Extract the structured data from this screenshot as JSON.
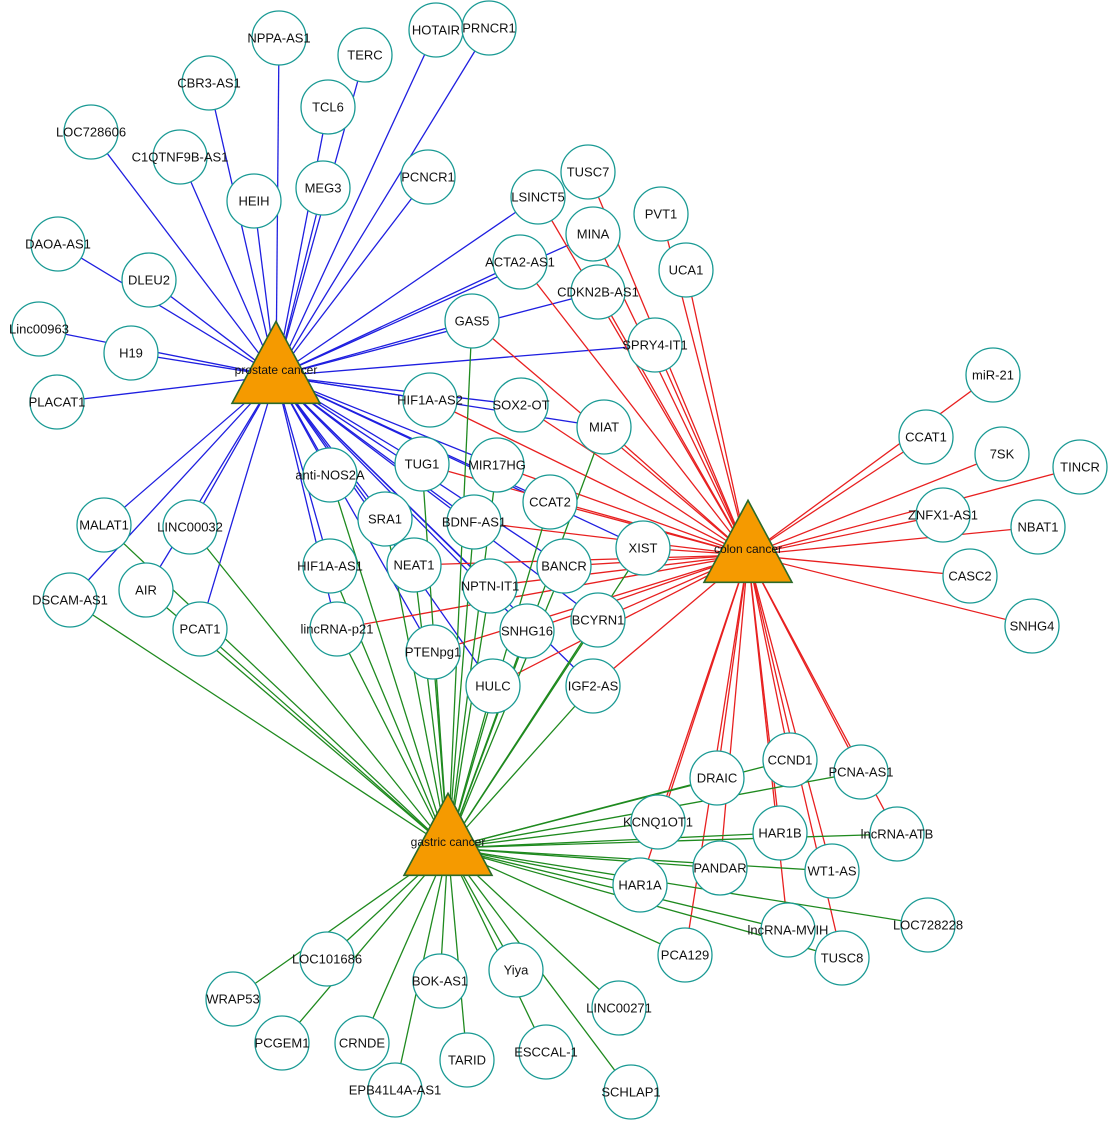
{
  "diagram": {
    "colors": {
      "prostate cancer": "#1f1fe0",
      "colon cancer": "#e82020",
      "gastric cancer": "#1f8a1f",
      "node_stroke": "#1a9a94",
      "hub_fill": "#f59a00"
    },
    "hubs": [
      {
        "id": "prostate cancer",
        "label": "prostate cancer"
      },
      {
        "id": "colon cancer",
        "label": "colon cancer"
      },
      {
        "id": "gastric cancer",
        "label": "gastric cancer"
      }
    ],
    "nodes": [
      {
        "id": "NPPA-AS1",
        "label": "NPPA-AS1"
      },
      {
        "id": "TERC",
        "label": "TERC"
      },
      {
        "id": "HOTAIR",
        "label": "HOTAIR"
      },
      {
        "id": "PRNCR1",
        "label": "PRNCR1"
      },
      {
        "id": "CBR3-AS1",
        "label": "CBR3-AS1"
      },
      {
        "id": "TCL6",
        "label": "TCL6"
      },
      {
        "id": "LOC728606",
        "label": "LOC728606"
      },
      {
        "id": "C1QTNF9B-AS1",
        "label": "C1QTNF9B-AS1"
      },
      {
        "id": "HEIH",
        "label": "HEIH"
      },
      {
        "id": "MEG3",
        "label": "MEG3"
      },
      {
        "id": "PCNCR1",
        "label": "PCNCR1"
      },
      {
        "id": "DAOA-AS1",
        "label": "DAOA-AS1"
      },
      {
        "id": "DLEU2",
        "label": "DLEU2"
      },
      {
        "id": "linc00963",
        "label": "Linc00963"
      },
      {
        "id": "H19",
        "label": "H19"
      },
      {
        "id": "PLACAT1",
        "label": "PLACAT1"
      },
      {
        "id": "TUSC7",
        "label": "TUSC7"
      },
      {
        "id": "LSINCT5",
        "label": "LSINCT5"
      },
      {
        "id": "MINA",
        "label": "MINA"
      },
      {
        "id": "PVT1",
        "label": "PVT1"
      },
      {
        "id": "ACTA2-AS1",
        "label": "ACTA2-AS1"
      },
      {
        "id": "UCA1",
        "label": "UCA1"
      },
      {
        "id": "CDKN2B-AS1",
        "label": "CDKN2B-AS1"
      },
      {
        "id": "GAS5",
        "label": "GAS5"
      },
      {
        "id": "SPRY4-IT1",
        "label": "SPRY4-IT1"
      },
      {
        "id": "miR-21",
        "label": "miR-21"
      },
      {
        "id": "CCAT1",
        "label": "CCAT1"
      },
      {
        "id": "7SK",
        "label": "7SK"
      },
      {
        "id": "TINCR",
        "label": "TINCR"
      },
      {
        "id": "ZNFX1-AS1",
        "label": "ZNFX1-AS1"
      },
      {
        "id": "NBAT1",
        "label": "NBAT1"
      },
      {
        "id": "CASC2",
        "label": "CASC2"
      },
      {
        "id": "SNHG4",
        "label": "SNHG4"
      },
      {
        "id": "HIF1A-AS2",
        "label": "HIF1A-AS2"
      },
      {
        "id": "SOX2-OT",
        "label": "SOX2-OT"
      },
      {
        "id": "MIAT",
        "label": "MIAT"
      },
      {
        "id": "anti-NOS2A",
        "label": "anti-NOS2A"
      },
      {
        "id": "TUG1",
        "label": "TUG1"
      },
      {
        "id": "MIR17HG",
        "label": "MIR17HG"
      },
      {
        "id": "CCAT2",
        "label": "CCAT2"
      },
      {
        "id": "SRA1",
        "label": "SRA1"
      },
      {
        "id": "BDNF-AS1",
        "label": "BDNF-AS1"
      },
      {
        "id": "XIST",
        "label": "XIST"
      },
      {
        "id": "MALAT1",
        "label": "MALAT1"
      },
      {
        "id": "LINC00032",
        "label": "LINC00032"
      },
      {
        "id": "HIF1A-AS1",
        "label": "HIF1A-AS1"
      },
      {
        "id": "NEAT1",
        "label": "NEAT1"
      },
      {
        "id": "NPTN-IT1",
        "label": "NPTN-IT1"
      },
      {
        "id": "BANCR",
        "label": "BANCR"
      },
      {
        "id": "AIR",
        "label": "AIR"
      },
      {
        "id": "DSCAM-AS1",
        "label": "DSCAM-AS1"
      },
      {
        "id": "PCAT1",
        "label": "PCAT1"
      },
      {
        "id": "lincRNA-p21",
        "label": "lincRNA-p21"
      },
      {
        "id": "PTENpg1",
        "label": "PTENpg1"
      },
      {
        "id": "SNHG16",
        "label": "SNHG16"
      },
      {
        "id": "BCYRN1",
        "label": "BCYRN1"
      },
      {
        "id": "HULC",
        "label": "HULC"
      },
      {
        "id": "IGF2-AS",
        "label": "IGF2-AS"
      },
      {
        "id": "DRAIC",
        "label": "DRAIC"
      },
      {
        "id": "CCND1",
        "label": "CCND1"
      },
      {
        "id": "PCNA-AS1",
        "label": "PCNA-AS1"
      },
      {
        "id": "KCNQ1OT1",
        "label": "KCNQ1OT1"
      },
      {
        "id": "HAR1B",
        "label": "HAR1B"
      },
      {
        "id": "lncRNA-ATB",
        "label": "lncRNA-ATB"
      },
      {
        "id": "PANDAR",
        "label": "PANDAR"
      },
      {
        "id": "WT1-AS",
        "label": "WT1-AS"
      },
      {
        "id": "HAR1A",
        "label": "HAR1A"
      },
      {
        "id": "LOC728228",
        "label": "LOC728228"
      },
      {
        "id": "lncRNA-MVIH",
        "label": "lncRNA-MVIH"
      },
      {
        "id": "PCA129",
        "label": "PCA129"
      },
      {
        "id": "TUSC8",
        "label": "TUSC8"
      },
      {
        "id": "LOC101686",
        "label": "LOC101686"
      },
      {
        "id": "WRAP53",
        "label": "WRAP53"
      },
      {
        "id": "BOK-AS1",
        "label": "BOK-AS1"
      },
      {
        "id": "Yiya",
        "label": "Yiya"
      },
      {
        "id": "LINC00271",
        "label": "LINC00271"
      },
      {
        "id": "PCGEM1",
        "label": "PCGEM1"
      },
      {
        "id": "CRNDE",
        "label": "CRNDE"
      },
      {
        "id": "TARID",
        "label": "TARID"
      },
      {
        "id": "ESCCAL-1",
        "label": "ESCCAL-1"
      },
      {
        "id": "EPB41L4A-AS1",
        "label": "EPB41L4A-AS1"
      },
      {
        "id": "SCHLAP1",
        "label": "SCHLAP1"
      }
    ],
    "edges": [
      [
        "prostate cancer",
        "NPPA-AS1"
      ],
      [
        "prostate cancer",
        "TERC"
      ],
      [
        "prostate cancer",
        "HOTAIR"
      ],
      [
        "prostate cancer",
        "PRNCR1"
      ],
      [
        "prostate cancer",
        "CBR3-AS1"
      ],
      [
        "prostate cancer",
        "TCL6"
      ],
      [
        "prostate cancer",
        "LOC728606"
      ],
      [
        "prostate cancer",
        "C1QTNF9B-AS1"
      ],
      [
        "prostate cancer",
        "HEIH"
      ],
      [
        "prostate cancer",
        "MEG3"
      ],
      [
        "prostate cancer",
        "PCNCR1"
      ],
      [
        "prostate cancer",
        "DAOA-AS1"
      ],
      [
        "prostate cancer",
        "DLEU2"
      ],
      [
        "prostate cancer",
        "linc00963"
      ],
      [
        "prostate cancer",
        "H19"
      ],
      [
        "prostate cancer",
        "PLACAT1"
      ],
      [
        "prostate cancer",
        "LSINCT5"
      ],
      [
        "prostate cancer",
        "MINA"
      ],
      [
        "prostate cancer",
        "ACTA2-AS1"
      ],
      [
        "prostate cancer",
        "CDKN2B-AS1"
      ],
      [
        "prostate cancer",
        "GAS5"
      ],
      [
        "prostate cancer",
        "SPRY4-IT1"
      ],
      [
        "prostate cancer",
        "HIF1A-AS2"
      ],
      [
        "prostate cancer",
        "SOX2-OT"
      ],
      [
        "prostate cancer",
        "MIAT"
      ],
      [
        "prostate cancer",
        "anti-NOS2A"
      ],
      [
        "prostate cancer",
        "TUG1"
      ],
      [
        "prostate cancer",
        "MIR17HG"
      ],
      [
        "prostate cancer",
        "CCAT2"
      ],
      [
        "prostate cancer",
        "SRA1"
      ],
      [
        "prostate cancer",
        "BDNF-AS1"
      ],
      [
        "prostate cancer",
        "XIST"
      ],
      [
        "prostate cancer",
        "MALAT1"
      ],
      [
        "prostate cancer",
        "LINC00032"
      ],
      [
        "prostate cancer",
        "HIF1A-AS1"
      ],
      [
        "prostate cancer",
        "NEAT1"
      ],
      [
        "prostate cancer",
        "NPTN-IT1"
      ],
      [
        "prostate cancer",
        "BANCR"
      ],
      [
        "prostate cancer",
        "AIR"
      ],
      [
        "prostate cancer",
        "DSCAM-AS1"
      ],
      [
        "prostate cancer",
        "PCAT1"
      ],
      [
        "prostate cancer",
        "PTENpg1"
      ],
      [
        "prostate cancer",
        "SNHG16"
      ],
      [
        "prostate cancer",
        "BCYRN1"
      ],
      [
        "prostate cancer",
        "HULC"
      ],
      [
        "prostate cancer",
        "IGF2-AS"
      ],
      [
        "prostate cancer",
        "lincRNA-p21"
      ],
      [
        "colon cancer",
        "TUSC7"
      ],
      [
        "colon cancer",
        "LSINCT5"
      ],
      [
        "colon cancer",
        "MINA"
      ],
      [
        "colon cancer",
        "PVT1"
      ],
      [
        "colon cancer",
        "ACTA2-AS1"
      ],
      [
        "colon cancer",
        "UCA1"
      ],
      [
        "colon cancer",
        "CDKN2B-AS1"
      ],
      [
        "colon cancer",
        "GAS5"
      ],
      [
        "colon cancer",
        "SPRY4-IT1"
      ],
      [
        "colon cancer",
        "miR-21"
      ],
      [
        "colon cancer",
        "CCAT1"
      ],
      [
        "colon cancer",
        "7SK"
      ],
      [
        "colon cancer",
        "TINCR"
      ],
      [
        "colon cancer",
        "ZNFX1-AS1"
      ],
      [
        "colon cancer",
        "NBAT1"
      ],
      [
        "colon cancer",
        "CASC2"
      ],
      [
        "colon cancer",
        "SNHG4"
      ],
      [
        "colon cancer",
        "HIF1A-AS2"
      ],
      [
        "colon cancer",
        "SOX2-OT"
      ],
      [
        "colon cancer",
        "MIAT"
      ],
      [
        "colon cancer",
        "TUG1"
      ],
      [
        "colon cancer",
        "MIR17HG"
      ],
      [
        "colon cancer",
        "CCAT2"
      ],
      [
        "colon cancer",
        "BDNF-AS1"
      ],
      [
        "colon cancer",
        "XIST"
      ],
      [
        "colon cancer",
        "NEAT1"
      ],
      [
        "colon cancer",
        "NPTN-IT1"
      ],
      [
        "colon cancer",
        "BANCR"
      ],
      [
        "colon cancer",
        "lincRNA-p21"
      ],
      [
        "colon cancer",
        "PTENpg1"
      ],
      [
        "colon cancer",
        "SNHG16"
      ],
      [
        "colon cancer",
        "BCYRN1"
      ],
      [
        "colon cancer",
        "HULC"
      ],
      [
        "colon cancer",
        "IGF2-AS"
      ],
      [
        "colon cancer",
        "DRAIC"
      ],
      [
        "colon cancer",
        "CCND1"
      ],
      [
        "colon cancer",
        "PCNA-AS1"
      ],
      [
        "colon cancer",
        "KCNQ1OT1"
      ],
      [
        "colon cancer",
        "HAR1B"
      ],
      [
        "colon cancer",
        "lncRNA-ATB"
      ],
      [
        "colon cancer",
        "PANDAR"
      ],
      [
        "colon cancer",
        "WT1-AS"
      ],
      [
        "colon cancer",
        "HAR1A"
      ],
      [
        "colon cancer",
        "lncRNA-MVIH"
      ],
      [
        "colon cancer",
        "PCA129"
      ],
      [
        "colon cancer",
        "TUSC8"
      ],
      [
        "gastric cancer",
        "GAS5"
      ],
      [
        "gastric cancer",
        "MIAT"
      ],
      [
        "gastric cancer",
        "anti-NOS2A"
      ],
      [
        "gastric cancer",
        "TUG1"
      ],
      [
        "gastric cancer",
        "MIR17HG"
      ],
      [
        "gastric cancer",
        "CCAT2"
      ],
      [
        "gastric cancer",
        "SRA1"
      ],
      [
        "gastric cancer",
        "BDNF-AS1"
      ],
      [
        "gastric cancer",
        "XIST"
      ],
      [
        "gastric cancer",
        "MALAT1"
      ],
      [
        "gastric cancer",
        "LINC00032"
      ],
      [
        "gastric cancer",
        "HIF1A-AS1"
      ],
      [
        "gastric cancer",
        "NEAT1"
      ],
      [
        "gastric cancer",
        "NPTN-IT1"
      ],
      [
        "gastric cancer",
        "BANCR"
      ],
      [
        "gastric cancer",
        "AIR"
      ],
      [
        "gastric cancer",
        "DSCAM-AS1"
      ],
      [
        "gastric cancer",
        "PCAT1"
      ],
      [
        "gastric cancer",
        "lincRNA-p21"
      ],
      [
        "gastric cancer",
        "PTENpg1"
      ],
      [
        "gastric cancer",
        "SNHG16"
      ],
      [
        "gastric cancer",
        "BCYRN1"
      ],
      [
        "gastric cancer",
        "HULC"
      ],
      [
        "gastric cancer",
        "IGF2-AS"
      ],
      [
        "gastric cancer",
        "DRAIC"
      ],
      [
        "gastric cancer",
        "CCND1"
      ],
      [
        "gastric cancer",
        "PCNA-AS1"
      ],
      [
        "gastric cancer",
        "KCNQ1OT1"
      ],
      [
        "gastric cancer",
        "HAR1B"
      ],
      [
        "gastric cancer",
        "lncRNA-ATB"
      ],
      [
        "gastric cancer",
        "PANDAR"
      ],
      [
        "gastric cancer",
        "WT1-AS"
      ],
      [
        "gastric cancer",
        "HAR1A"
      ],
      [
        "gastric cancer",
        "LOC728228"
      ],
      [
        "gastric cancer",
        "lncRNA-MVIH"
      ],
      [
        "gastric cancer",
        "PCA129"
      ],
      [
        "gastric cancer",
        "TUSC8"
      ],
      [
        "gastric cancer",
        "LOC101686"
      ],
      [
        "gastric cancer",
        "WRAP53"
      ],
      [
        "gastric cancer",
        "BOK-AS1"
      ],
      [
        "gastric cancer",
        "Yiya"
      ],
      [
        "gastric cancer",
        "LINC00271"
      ],
      [
        "gastric cancer",
        "PCGEM1"
      ],
      [
        "gastric cancer",
        "CRNDE"
      ],
      [
        "gastric cancer",
        "TARID"
      ],
      [
        "gastric cancer",
        "ESCCAL-1"
      ],
      [
        "gastric cancer",
        "EPB41L4A-AS1"
      ],
      [
        "gastric cancer",
        "SCHLAP1"
      ]
    ]
  }
}
